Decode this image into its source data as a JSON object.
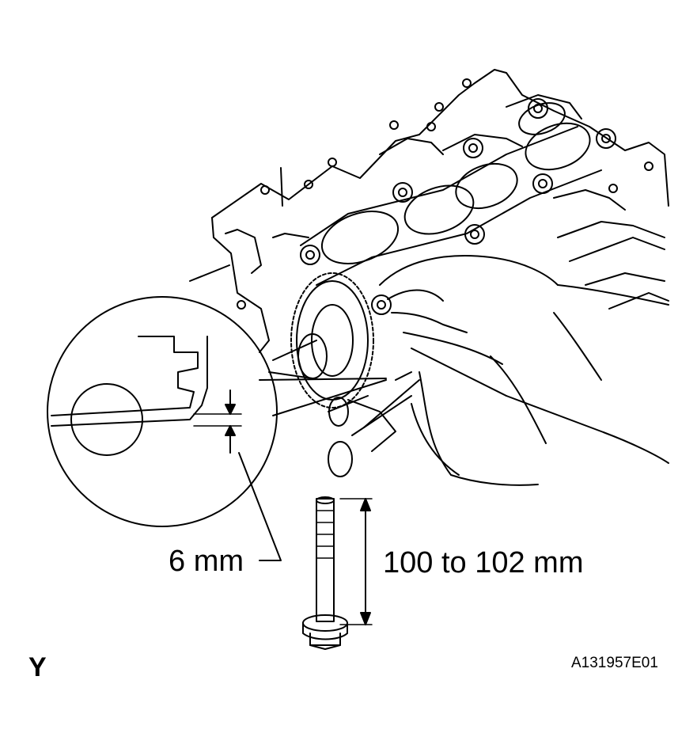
{
  "labels": {
    "gap_dimension": "6 mm",
    "bolt_length": "100 to 102 mm",
    "view_marker": "Y",
    "figure_code": "A131957E01"
  },
  "colors": {
    "line": "#000000",
    "background": "#ffffff"
  }
}
